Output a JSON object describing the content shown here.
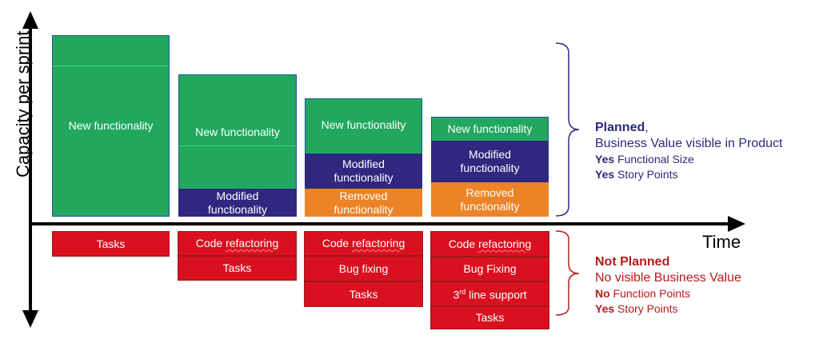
{
  "axes": {
    "y_label": "Capacity per sprint",
    "x_label": "Time"
  },
  "sprints": [
    {
      "planned": [
        "New functionality"
      ],
      "not_planned": [
        "Tasks"
      ]
    },
    {
      "planned": [
        "New functionality",
        "Modified functionality"
      ],
      "not_planned": [
        "Code refactoring",
        "Tasks"
      ]
    },
    {
      "planned": [
        "New functionality",
        "Modified functionality",
        "Removed functionality"
      ],
      "not_planned": [
        "Code refactoring",
        "Bug fixing",
        "Tasks"
      ]
    },
    {
      "planned": [
        "New functionality",
        "Modified functionality",
        "Removed functionality"
      ],
      "not_planned": [
        "Code refactoring",
        "Bug Fixing",
        "3rd line support",
        "Tasks"
      ]
    }
  ],
  "legend": {
    "planned": {
      "title": "Planned",
      "title_suffix": ",",
      "line1": "Business Value visible in Product",
      "line2_bold": "Yes",
      "line2_rest": " Functional Size",
      "line3_bold": "Yes",
      "line3_rest": " Story Points",
      "color": "#2b2a7e"
    },
    "not_planned": {
      "title": "Not Planned",
      "line1": "No visible Business Value",
      "line2_bold": "No",
      "line2_rest": " Function Points",
      "line3_bold": "Yes",
      "line3_rest": " Story Points",
      "color": "#b31b1b"
    }
  },
  "colors": {
    "new": "#22a75f",
    "modified": "#30287f",
    "removed": "#ec8427",
    "unplanned": "#d9101f",
    "axis": "#000000"
  }
}
